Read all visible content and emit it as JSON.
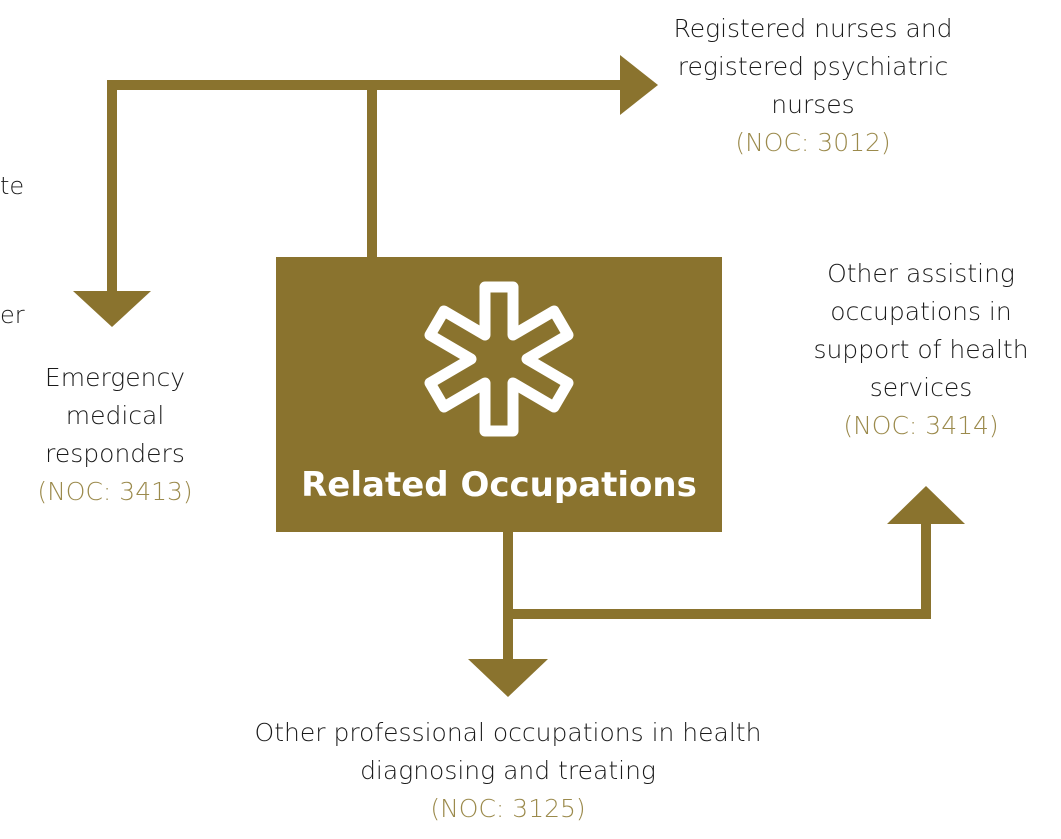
{
  "diagram": {
    "center": {
      "title": "Related Occupations",
      "icon": "star-of-life-icon"
    },
    "occupations": {
      "top_right": {
        "name": "Registered nurses and registered psychiatric nurses",
        "code": "(NOC: 3012)"
      },
      "left": {
        "name": "Emergency medical responders",
        "code": "(NOC: 3413)"
      },
      "right": {
        "name": "Other assisting occupations in support of health services",
        "code": "(NOC: 3414)"
      },
      "bottom": {
        "name": "Other professional occupations in health diagnosing and treating",
        "code": "(NOC: 3125)"
      }
    },
    "clipped_left_text": [
      "te",
      "er"
    ],
    "colors": {
      "accent": "#8a732e",
      "code_text": "#9b8a4c",
      "body_text": "#1a1a1a",
      "box_text": "#ffffff"
    }
  }
}
